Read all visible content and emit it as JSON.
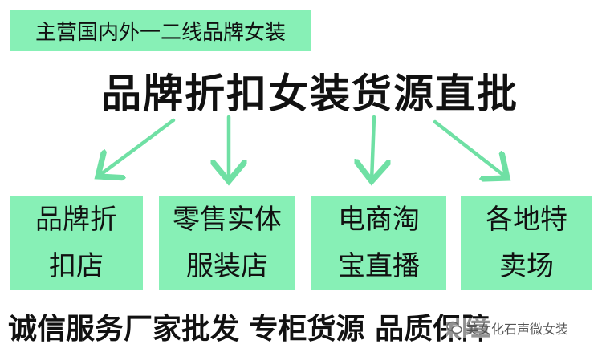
{
  "top_tag": "主营国内外一二线品牌女装",
  "headline": "品牌折扣女装货源直批",
  "boxes": [
    {
      "line1": "品牌折",
      "line2": "扣店"
    },
    {
      "line1": "零售实体",
      "line2": "服装店"
    },
    {
      "line1": "电商淘",
      "line2": "宝直播"
    },
    {
      "line1": "各地特",
      "line2": "卖场"
    }
  ],
  "bottom_slogan": "诚信服务厂家批发 专柜货源 品质保障",
  "watermark": "美女化石声微女装",
  "colors": {
    "accent_green": "#87f0b6",
    "arrow_green": "#6fe0a4",
    "text": "#111111"
  }
}
